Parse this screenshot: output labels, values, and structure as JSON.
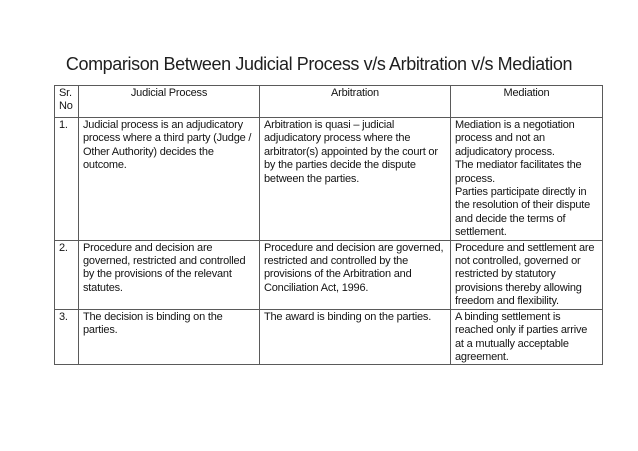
{
  "slide": {
    "title": "Comparison Between Judicial Process v/s Arbitration v/s Mediation"
  },
  "table": {
    "headers": [
      "Sr. No",
      "Judicial Process",
      "Arbitration",
      "Mediation"
    ],
    "rows": [
      [
        "1.",
        "Judicial process is an adjudicatory process where a third party (Judge / Other Authority) decides the outcome.",
        "Arbitration is quasi – judicial adjudicatory process where the arbitrator(s) appointed by the court or by the parties decide the dispute between the parties.",
        "Mediation is a negotiation process and not an adjudicatory process.\nThe mediator facilitates the process.\nParties participate directly in the resolution of their dispute and decide the terms of settlement."
      ],
      [
        "2.",
        "Procedure and decision are governed, restricted and controlled by the provisions of the relevant statutes.",
        "Procedure and decision are governed, restricted and controlled by the provisions of the Arbitration and Conciliation Act, 1996.",
        "Procedure and settlement are not controlled, governed or restricted by statutory provisions thereby allowing freedom and flexibility."
      ],
      [
        "3.",
        "The decision is binding on the parties.",
        "The award is binding on the parties.",
        "A binding settlement is reached only if parties arrive at a mutually acceptable agreement."
      ]
    ]
  }
}
